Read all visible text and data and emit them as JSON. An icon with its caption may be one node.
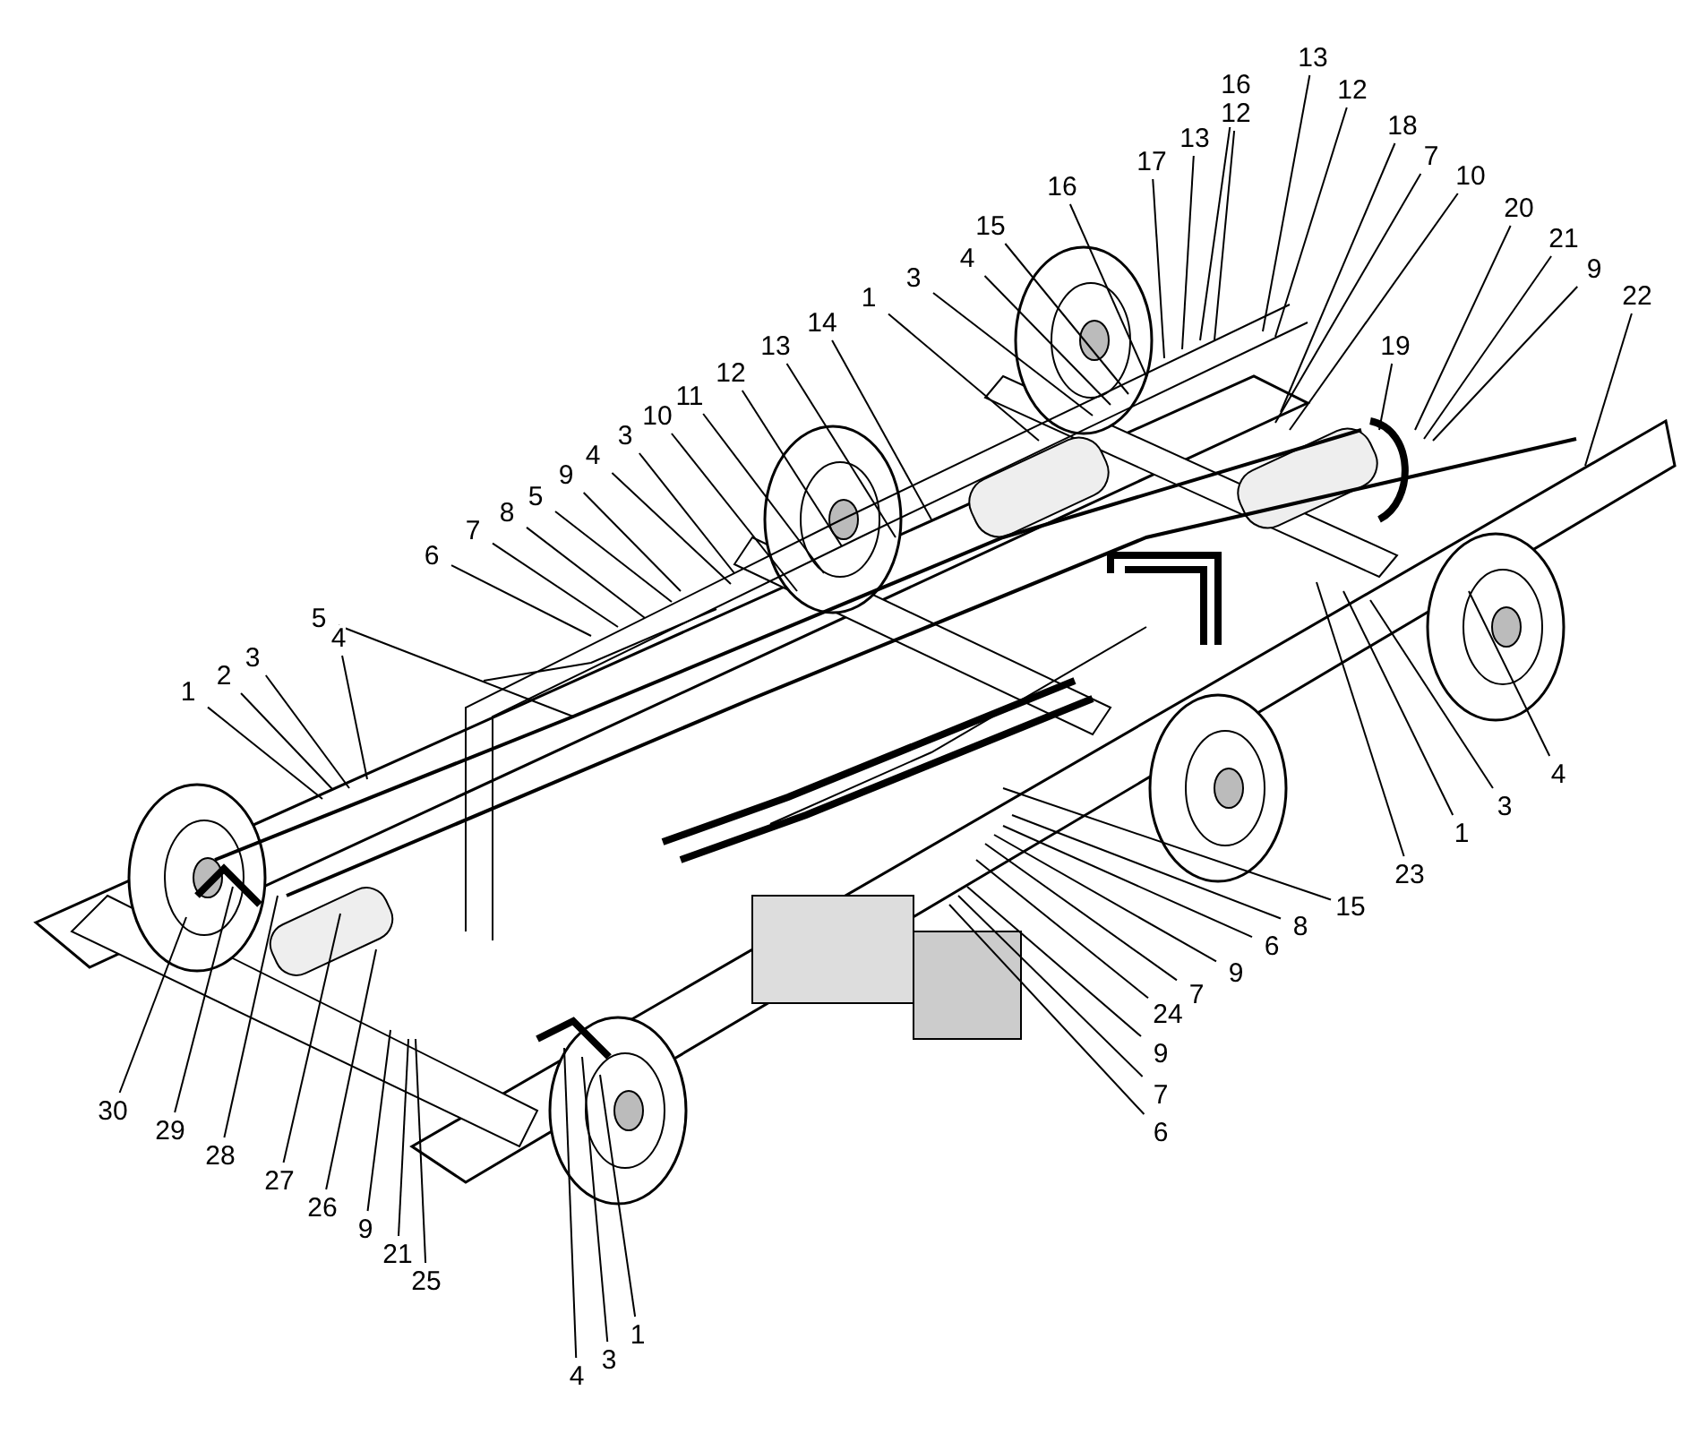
{
  "diagram": {
    "nodes": [
      {
        "text": [
          "13"
        ]
      },
      {
        "text": [
          "16"
        ]
      },
      {
        "text": [
          "12"
        ]
      },
      {
        "text": [
          "13"
        ]
      },
      {
        "text": [
          "12"
        ]
      },
      {
        "text": [
          "17"
        ]
      },
      {
        "text": [
          "16"
        ]
      },
      {
        "text": [
          "18"
        ]
      },
      {
        "text": [
          "7"
        ]
      },
      {
        "text": [
          "10"
        ]
      },
      {
        "text": [
          "20"
        ]
      },
      {
        "text": [
          "21"
        ]
      },
      {
        "text": [
          "9"
        ]
      },
      {
        "text": [
          "22"
        ]
      },
      {
        "text": [
          "15"
        ]
      },
      {
        "text": [
          "4"
        ]
      },
      {
        "text": [
          "3"
        ]
      },
      {
        "text": [
          "1"
        ]
      },
      {
        "text": [
          "19"
        ]
      },
      {
        "text": [
          "14"
        ]
      },
      {
        "text": [
          "13"
        ]
      },
      {
        "text": [
          "12"
        ]
      },
      {
        "text": [
          "11"
        ]
      },
      {
        "text": [
          "10"
        ]
      },
      {
        "text": [
          "3"
        ]
      },
      {
        "text": [
          "4"
        ]
      },
      {
        "text": [
          "9"
        ]
      },
      {
        "text": [
          "5"
        ]
      },
      {
        "text": [
          "8"
        ]
      },
      {
        "text": [
          "7"
        ]
      },
      {
        "text": [
          "6"
        ]
      },
      {
        "text": [
          "5"
        ]
      },
      {
        "text": [
          "4"
        ]
      },
      {
        "text": [
          "3"
        ]
      },
      {
        "text": [
          "2"
        ]
      },
      {
        "text": [
          "1"
        ]
      },
      {
        "text": [
          "4"
        ]
      },
      {
        "text": [
          "3"
        ]
      },
      {
        "text": [
          "1"
        ]
      },
      {
        "text": [
          "23"
        ]
      },
      {
        "text": [
          "15"
        ]
      },
      {
        "text": [
          "8"
        ]
      },
      {
        "text": [
          "6"
        ]
      },
      {
        "text": [
          "9"
        ]
      },
      {
        "text": [
          "7"
        ]
      },
      {
        "text": [
          "24"
        ]
      },
      {
        "text": [
          "9"
        ]
      },
      {
        "text": [
          "7"
        ]
      },
      {
        "text": [
          "6"
        ]
      },
      {
        "text": [
          "30"
        ]
      },
      {
        "text": [
          "29"
        ]
      },
      {
        "text": [
          "28"
        ]
      },
      {
        "text": [
          "27"
        ]
      },
      {
        "text": [
          "26"
        ]
      },
      {
        "text": [
          "9"
        ]
      },
      {
        "text": [
          "21"
        ]
      },
      {
        "text": [
          "25"
        ]
      },
      {
        "text": [
          "4"
        ]
      },
      {
        "text": [
          "3"
        ]
      },
      {
        "text": [
          "1"
        ]
      }
    ],
    "edges": [
      {
        "from": 0,
        "to": null,
        "arrow": "none"
      },
      {
        "from": 1,
        "to": null,
        "arrow": "none"
      },
      {
        "from": 2,
        "to": null,
        "arrow": "none"
      },
      {
        "from": 3,
        "to": null,
        "arrow": "none"
      },
      {
        "from": 4,
        "to": null,
        "arrow": "none"
      },
      {
        "from": 5,
        "to": null,
        "arrow": "none"
      },
      {
        "from": 6,
        "to": null,
        "arrow": "none"
      },
      {
        "from": 7,
        "to": null,
        "arrow": "none"
      },
      {
        "from": 8,
        "to": null,
        "arrow": "none"
      },
      {
        "from": 9,
        "to": null,
        "arrow": "none"
      },
      {
        "from": 10,
        "to": null,
        "arrow": "none"
      },
      {
        "from": 11,
        "to": null,
        "arrow": "none"
      },
      {
        "from": 12,
        "to": null,
        "arrow": "none"
      },
      {
        "from": 13,
        "to": null,
        "arrow": "none"
      },
      {
        "from": 14,
        "to": null,
        "arrow": "none"
      },
      {
        "from": 15,
        "to": null,
        "arrow": "none"
      },
      {
        "from": 16,
        "to": null,
        "arrow": "none"
      },
      {
        "from": 17,
        "to": null,
        "arrow": "none"
      },
      {
        "from": 18,
        "to": null,
        "arrow": "none"
      },
      {
        "from": 19,
        "to": null,
        "arrow": "none"
      },
      {
        "from": 20,
        "to": null,
        "arrow": "none"
      },
      {
        "from": 21,
        "to": null,
        "arrow": "none"
      },
      {
        "from": 22,
        "to": null,
        "arrow": "none"
      },
      {
        "from": 23,
        "to": null,
        "arrow": "none"
      },
      {
        "from": 24,
        "to": null,
        "arrow": "none"
      },
      {
        "from": 25,
        "to": null,
        "arrow": "none"
      },
      {
        "from": 26,
        "to": null,
        "arrow": "none"
      },
      {
        "from": 27,
        "to": null,
        "arrow": "none"
      },
      {
        "from": 28,
        "to": null,
        "arrow": "none"
      },
      {
        "from": 29,
        "to": null,
        "arrow": "none"
      },
      {
        "from": 30,
        "to": null,
        "arrow": "none"
      },
      {
        "from": 31,
        "to": null,
        "arrow": "none"
      },
      {
        "from": 32,
        "to": null,
        "arrow": "none"
      },
      {
        "from": 33,
        "to": null,
        "arrow": "none"
      },
      {
        "from": 34,
        "to": null,
        "arrow": "none"
      },
      {
        "from": 35,
        "to": null,
        "arrow": "none"
      },
      {
        "from": 36,
        "to": null,
        "arrow": "none"
      },
      {
        "from": 37,
        "to": null,
        "arrow": "none"
      },
      {
        "from": 38,
        "to": null,
        "arrow": "none"
      },
      {
        "from": 39,
        "to": null,
        "arrow": "none"
      },
      {
        "from": 40,
        "to": null,
        "arrow": "none"
      },
      {
        "from": 41,
        "to": null,
        "arrow": "none"
      },
      {
        "from": 42,
        "to": null,
        "arrow": "none"
      },
      {
        "from": 43,
        "to": null,
        "arrow": "none"
      },
      {
        "from": 44,
        "to": null,
        "arrow": "none"
      },
      {
        "from": 45,
        "to": null,
        "arrow": "none"
      },
      {
        "from": 46,
        "to": null,
        "arrow": "none"
      },
      {
        "from": 47,
        "to": null,
        "arrow": "none"
      },
      {
        "from": 48,
        "to": null,
        "arrow": "none"
      },
      {
        "from": 49,
        "to": null,
        "arrow": "none"
      },
      {
        "from": 50,
        "to": null,
        "arrow": "none"
      },
      {
        "from": 51,
        "to": null,
        "arrow": "none"
      },
      {
        "from": 52,
        "to": null,
        "arrow": "none"
      },
      {
        "from": 53,
        "to": null,
        "arrow": "none"
      },
      {
        "from": 54,
        "to": null,
        "arrow": "none"
      },
      {
        "from": 55,
        "to": null,
        "arrow": "none"
      },
      {
        "from": 56,
        "to": null,
        "arrow": "none"
      },
      {
        "from": 57,
        "to": null,
        "arrow": "none"
      },
      {
        "from": 58,
        "to": null,
        "arrow": "none"
      },
      {
        "from": 59,
        "to": null,
        "arrow": "none"
      }
    ]
  }
}
